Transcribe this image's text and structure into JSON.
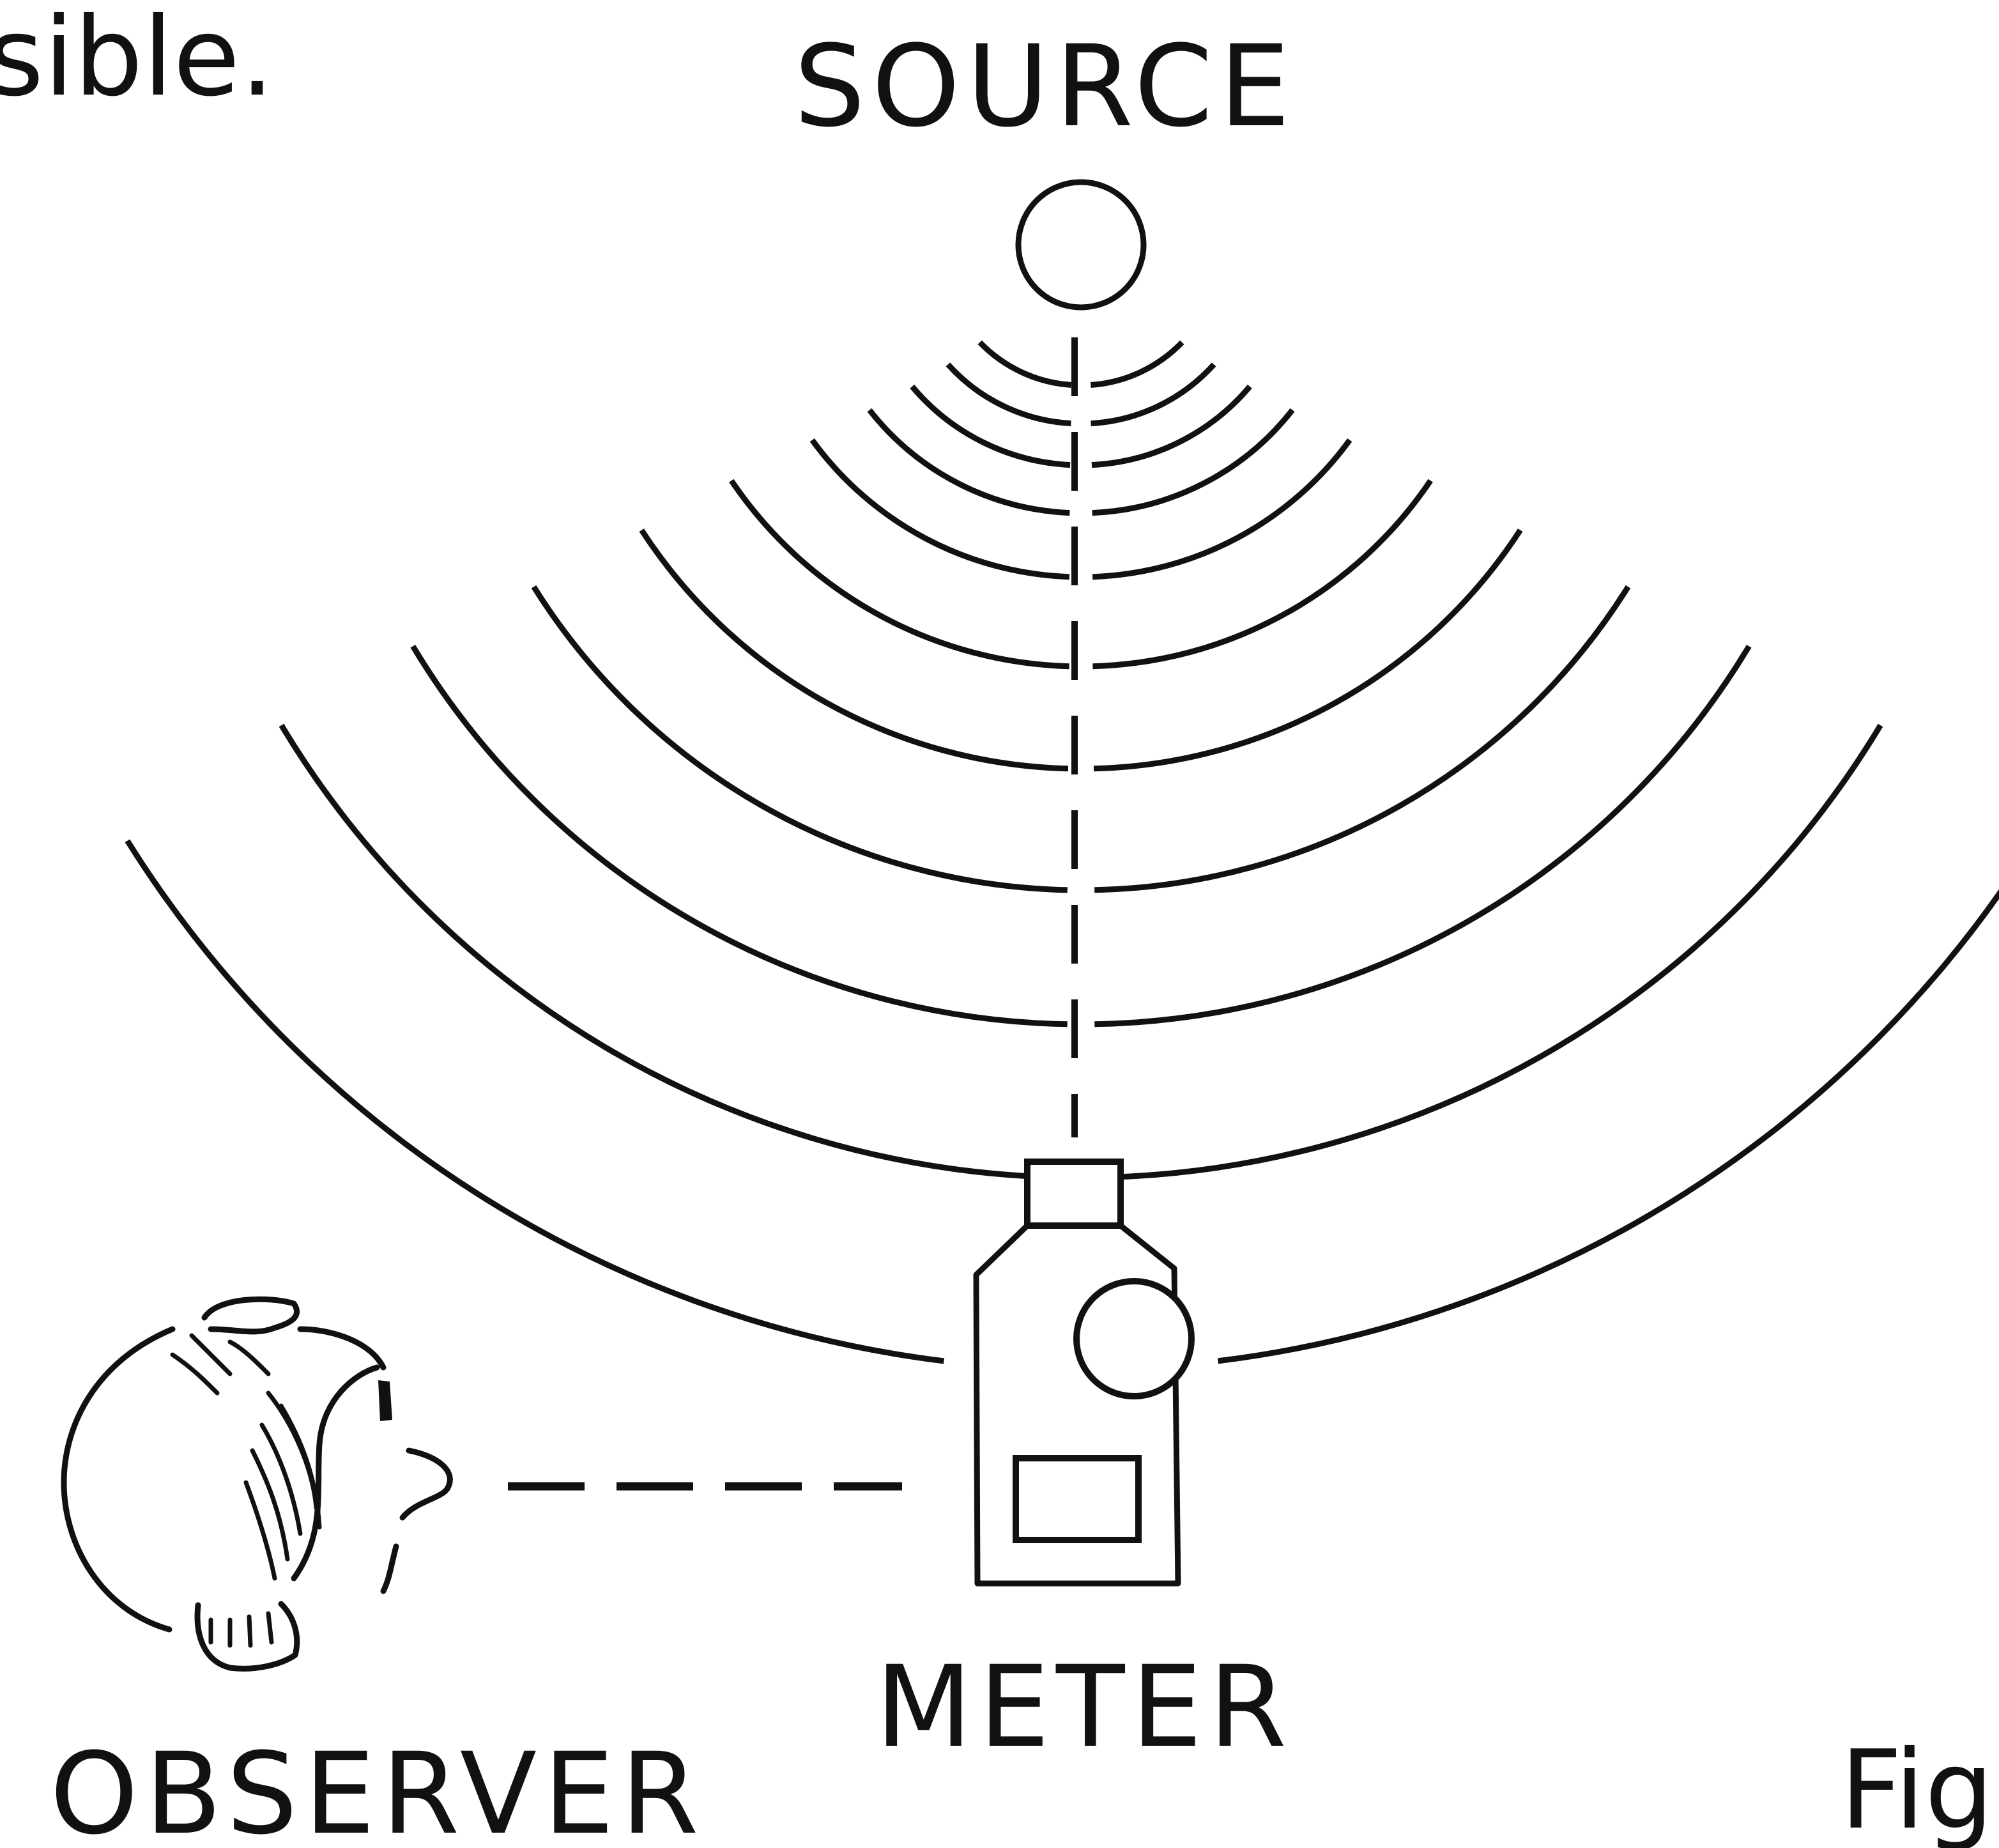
{
  "text_fragment_top": "sible.",
  "text_fragment_bottom": "Fig",
  "labels": {
    "source": "SOURCE",
    "meter": "METER",
    "observer": "OBSERVER"
  },
  "colors": {
    "ink": "#111111",
    "paper": "#ffffff"
  }
}
